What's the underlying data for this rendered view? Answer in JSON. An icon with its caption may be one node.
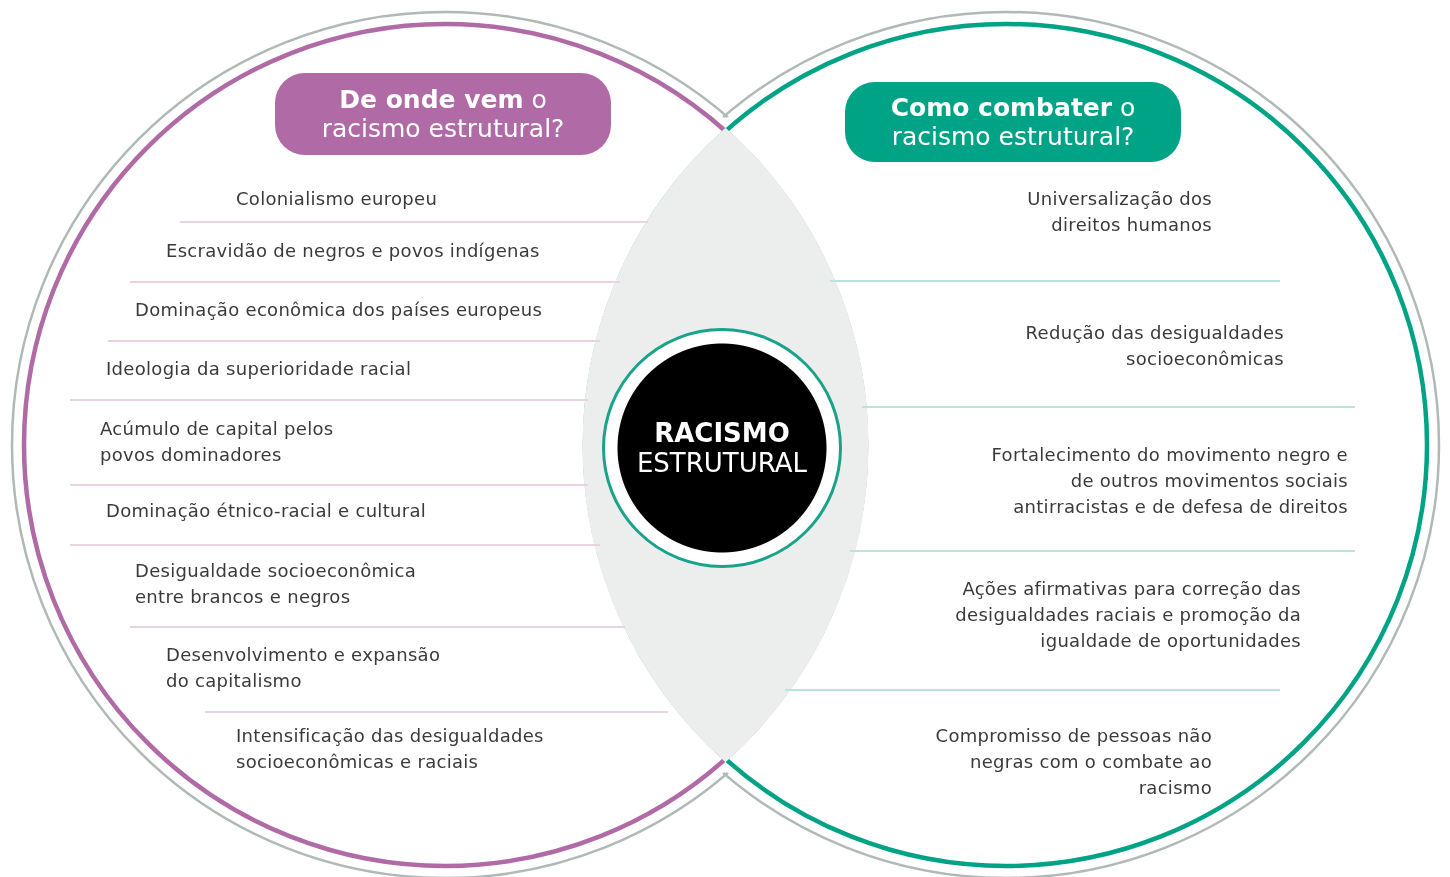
{
  "diagram": {
    "nodes": [
      {
        "text": [
          "**De onde vem** o racismo estrutural?"
        ]
      },
      {
        "text": [
          "**Como combater** o racismo estrutural?"
        ]
      },
      {
        "text": [
          "**RACISMO** ESTRUTURAL"
        ]
      }
    ],
    "labels": [
      "Colonialismo europeu",
      "Escravidão de negros e povos indígenas",
      "Dominação econômica dos países europeus",
      "Ideologia da superioridade racial",
      "Acúmulo de capital pelos povos dominadores",
      "Dominação étnico-racial e cultural",
      "Desigualdade socioeconômica entre brancos e negros",
      "Desenvolvimento e expansão do capitalismo",
      "Intensificação das desigualdades socioeconômicas e raciais",
      "Universalização dos direitos humanos",
      "Redução das desigualdades socioeconômicas",
      "Fortalecimento do movimento negro e de outros movimentos sociais antirracistas e de defesa de direitos",
      "Ações afirmativas para correção das desigualdades raciais e promoção da igualdade de oportunidades",
      "Compromisso de pessoas não negras com o combate ao racismo"
    ]
  }
}
